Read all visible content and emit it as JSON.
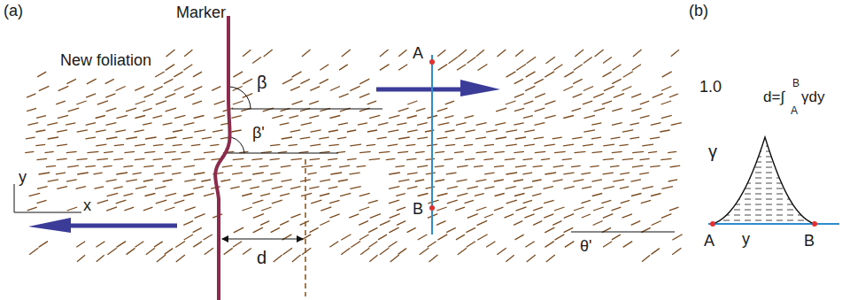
{
  "diagram": {
    "labels": [
      "(a)",
      "Marker",
      "New foliation",
      "β",
      "β'",
      "A",
      "B",
      "y",
      "x",
      "d",
      "θ'",
      "(b)",
      "1.0",
      "γ",
      "A",
      "y",
      "B",
      "d=∫",
      "B",
      "A",
      "γdy"
    ]
  }
}
